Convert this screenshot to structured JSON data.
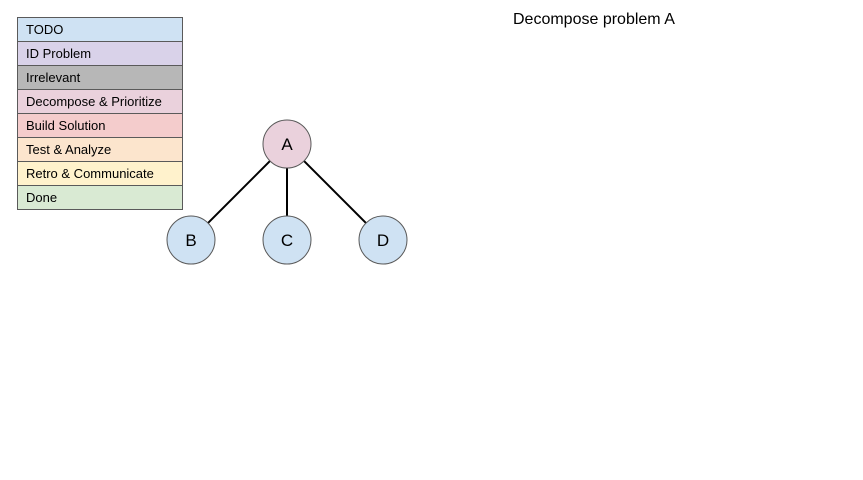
{
  "title": "Decompose problem A",
  "legend": [
    {
      "label": "TODO",
      "color": "#cfe2f3"
    },
    {
      "label": "ID Problem",
      "color": "#d9d2e9"
    },
    {
      "label": "Irrelevant",
      "color": "#b7b7b7"
    },
    {
      "label": "Decompose & Prioritize",
      "color": "#ead1dc"
    },
    {
      "label": "Build Solution",
      "color": "#f4cccc"
    },
    {
      "label": "Test & Analyze",
      "color": "#fce5cd"
    },
    {
      "label": "Retro & Communicate",
      "color": "#fff2cc"
    },
    {
      "label": "Done",
      "color": "#d9ead3"
    }
  ],
  "tree": {
    "nodes": [
      {
        "id": "A",
        "label": "A",
        "status": "Decompose & Prioritize",
        "color": "#ead1dc"
      },
      {
        "id": "B",
        "label": "B",
        "status": "TODO",
        "color": "#cfe2f3"
      },
      {
        "id": "C",
        "label": "C",
        "status": "TODO",
        "color": "#cfe2f3"
      },
      {
        "id": "D",
        "label": "D",
        "status": "TODO",
        "color": "#cfe2f3"
      }
    ],
    "edges": [
      {
        "from": "A",
        "to": "B"
      },
      {
        "from": "A",
        "to": "C"
      },
      {
        "from": "A",
        "to": "D"
      }
    ]
  }
}
